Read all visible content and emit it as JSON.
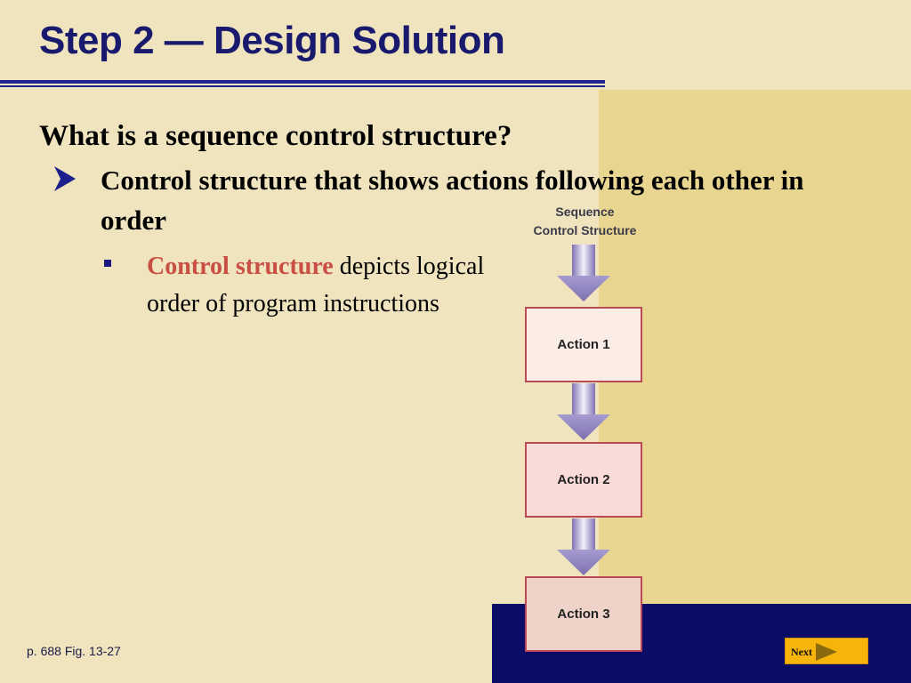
{
  "slide": {
    "title": "Step 2 — Design Solution",
    "question": "What is a sequence control structure?",
    "bullet_level1": "Control structure that shows actions following each other in order",
    "bullet_level2": {
      "highlight": "Control structure",
      "rest": " depicts logical order of program instructions"
    },
    "footnote": "p. 688 Fig. 13-27",
    "next_label": "Next"
  },
  "diagram": {
    "title_line1": "Sequence",
    "title_line2": "Control Structure",
    "actions": [
      "Action 1",
      "Action 2",
      "Action 3"
    ]
  },
  "colors": {
    "background": "#efe4bd",
    "accent_panel": "#e8d690",
    "navy_panel": "#0b0c66",
    "title": "#191a6e",
    "highlight": "#c94e43",
    "next_button": "#f7b40a"
  }
}
